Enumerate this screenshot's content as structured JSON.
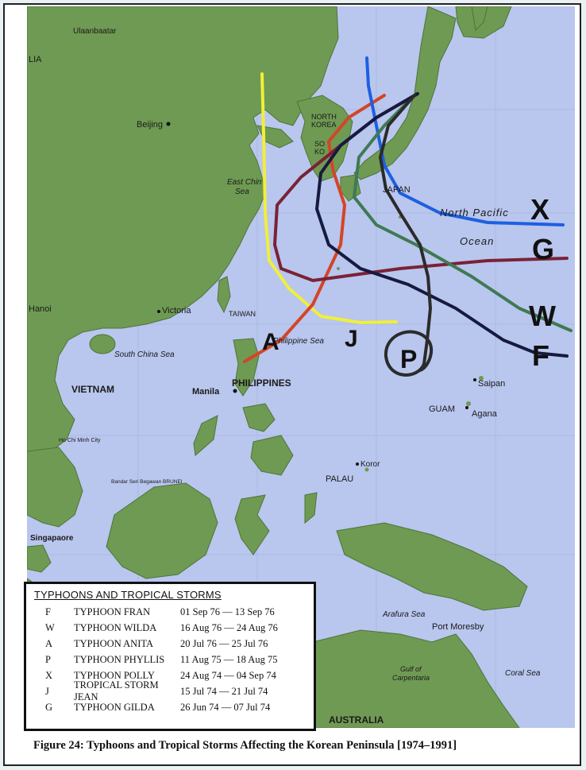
{
  "map": {
    "places": {
      "ulaanbaatar": "Ulaanbaatar",
      "lia": "LIA",
      "beijing": "Beijing",
      "north_korea_1": "NORTH",
      "north_korea_2": "KOREA",
      "south_korea_1": "SO",
      "south_korea_2": "KO",
      "east_china_sea_1": "East Chin",
      "east_china_sea_2": "Sea",
      "japan": "JAPAN",
      "north_pacific": "North Pacific",
      "ocean": "Ocean",
      "taiwan": "TAIWAN",
      "victoria": "Victoria",
      "hanoi": "Hanoi",
      "south_china_sea": "South China Sea",
      "philippine_sea": "Philippine Sea",
      "philippines": "PHILIPPINES",
      "manila": "Manila",
      "vietnam": "VIETNAM",
      "saipan": "Saipan",
      "guam": "GUAM",
      "agana": "Agana",
      "koror": "Koror",
      "palau": "PALAU",
      "singapore": "Singapaore",
      "port_moresby": "Port Moresby",
      "arafura_sea": "Arafura Sea",
      "coral_sea": "Coral Sea",
      "gulf_carpentaria_1": "Gulf of",
      "gulf_carpentaria_2": "Carpentaria",
      "australia": "AUSTRALIA",
      "brunei": "Bandar Seri Begawan BRUNEI",
      "ho_chi_minh": "Ho Chi Minh City"
    },
    "track_letters": {
      "X": "X",
      "G": "G",
      "W": "W",
      "F": "F",
      "A": "A",
      "J": "J",
      "P": "P"
    },
    "colors": {
      "ocean": "#b9c6ee",
      "land": "#6f9a53",
      "fran": "#161a3f",
      "wilda": "#3f7a52",
      "anita": "#d34527",
      "phyllis": "#2b2b2b",
      "polly": "#1d5fe0",
      "jean": "#f1ef3a",
      "gilda": "#7a2236"
    }
  },
  "legend": {
    "title": "TYPHOONS AND TROPICAL STORMS",
    "rows": [
      {
        "code": "F",
        "name": "TYPHOON FRAN",
        "dates": "01 Sep 76 — 13 Sep 76"
      },
      {
        "code": "W",
        "name": "TYPHOON WILDA",
        "dates": "16 Aug 76 — 24 Aug 76"
      },
      {
        "code": "A",
        "name": "TYPHOON ANITA",
        "dates": "20 Jul 76 — 25 Jul 76"
      },
      {
        "code": "P",
        "name": "TYPHOON PHYLLIS",
        "dates": "11 Aug 75 — 18 Aug 75"
      },
      {
        "code": "X",
        "name": "TYPHOON POLLY",
        "dates": "24 Aug 74 — 04 Sep 74"
      },
      {
        "code": "J",
        "name": "TROPICAL STORM JEAN",
        "dates": "15 Jul 74 — 21 Jul 74"
      },
      {
        "code": "G",
        "name": "TYPHOON GILDA",
        "dates": "26 Jun 74 — 07 Jul 74"
      }
    ]
  },
  "caption": "Figure 24: Typhoons and Tropical Storms Affecting the Korean Peninsula [1974–1991]"
}
